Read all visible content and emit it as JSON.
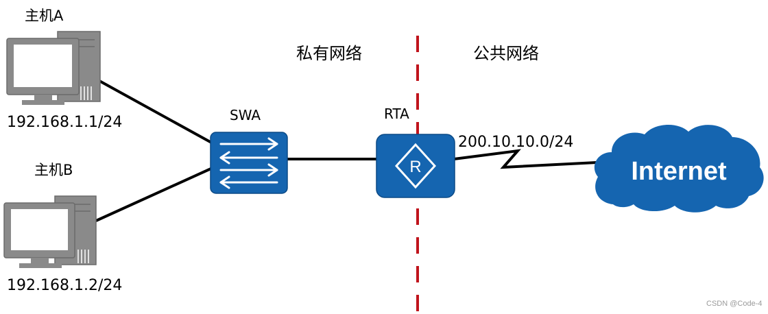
{
  "hosts": [
    {
      "name": "主机A",
      "ip": "192.168.1.1/24"
    },
    {
      "name": "主机B",
      "ip": "192.168.1.2/24"
    }
  ],
  "switch": {
    "label": "SWA"
  },
  "router": {
    "label": "RTA",
    "symbol": "R"
  },
  "zones": {
    "private": "私有网络",
    "public": "公共网络"
  },
  "wan_link": {
    "label": "200.10.10.0/24"
  },
  "cloud": {
    "label": "Internet"
  },
  "watermark": "CSDN @Code-4",
  "colors": {
    "device_blue": "#1565b0",
    "boundary_red": "#c0141c",
    "pc_gray": "#8a8a8a",
    "link": "#000000"
  }
}
